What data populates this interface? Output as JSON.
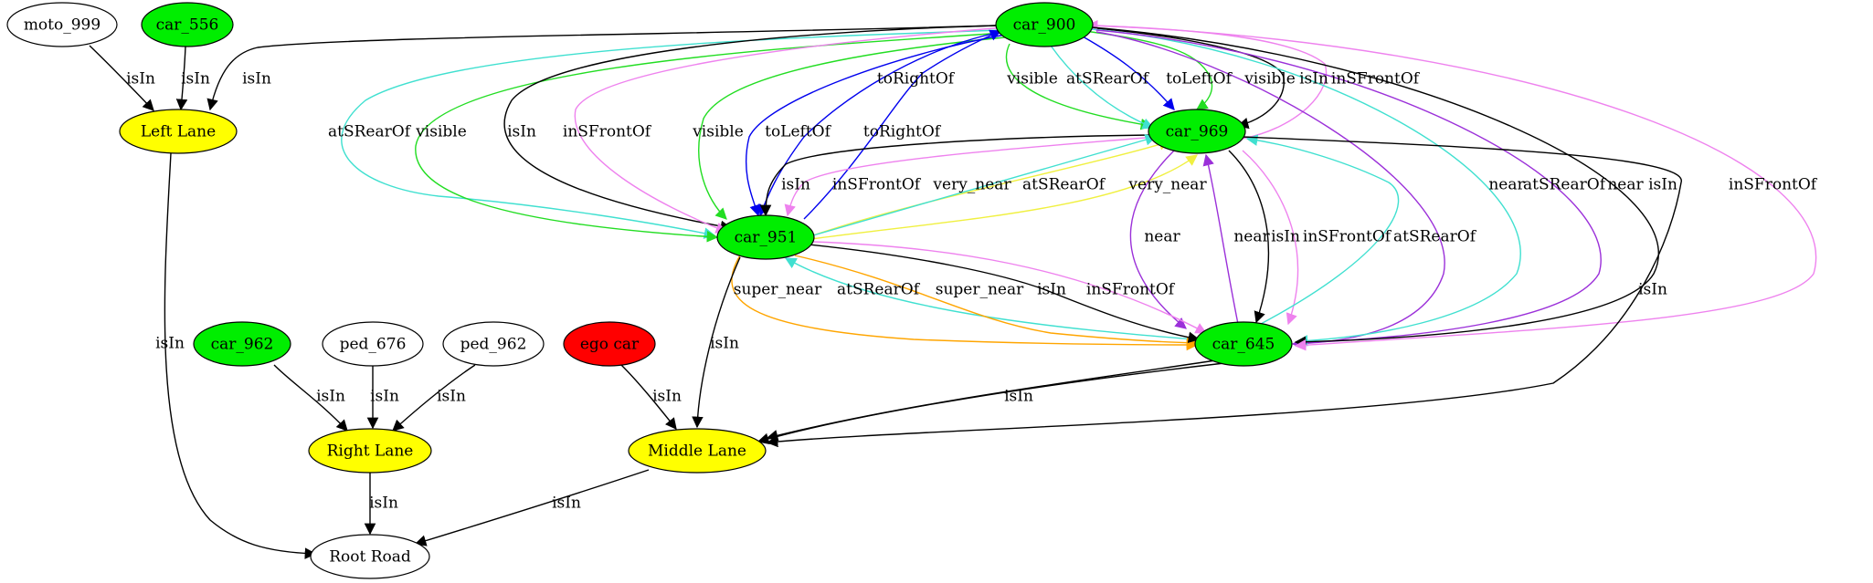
{
  "colors": {
    "green": "#00ee00",
    "yellow": "#ffff00",
    "red": "#ff0000",
    "white": "#ffffff",
    "black": "#000000",
    "turquoise": "#40e0d0",
    "lime": "#22dd22",
    "violet": "#ee82ee",
    "blue": "#0000ee",
    "purple": "#9b30d9",
    "orange": "#ffa500",
    "gold": "#f0f040"
  },
  "nodes": [
    {
      "id": "moto_999",
      "label": "moto_999",
      "fill": "white"
    },
    {
      "id": "car_556",
      "label": "car_556",
      "fill": "green"
    },
    {
      "id": "left_lane",
      "label": "Left Lane",
      "fill": "yellow"
    },
    {
      "id": "car_900",
      "label": "car_900",
      "fill": "green"
    },
    {
      "id": "car_969",
      "label": "car_969",
      "fill": "green"
    },
    {
      "id": "car_951",
      "label": "car_951",
      "fill": "green"
    },
    {
      "id": "car_645",
      "label": "car_645",
      "fill": "green"
    },
    {
      "id": "car_962",
      "label": "car_962",
      "fill": "green"
    },
    {
      "id": "ped_676",
      "label": "ped_676",
      "fill": "white"
    },
    {
      "id": "ped_962",
      "label": "ped_962",
      "fill": "white"
    },
    {
      "id": "ego_car",
      "label": "ego car",
      "fill": "red"
    },
    {
      "id": "right_lane",
      "label": "Right Lane",
      "fill": "yellow"
    },
    {
      "id": "middle_lane",
      "label": "Middle Lane",
      "fill": "yellow"
    },
    {
      "id": "root_road",
      "label": "Root Road",
      "fill": "white"
    }
  ],
  "edges": [
    {
      "id": "e1",
      "label": "isIn",
      "color": "black"
    },
    {
      "id": "e2",
      "label": "isIn",
      "color": "black"
    },
    {
      "id": "e3",
      "label": "isIn",
      "color": "black"
    },
    {
      "id": "e4",
      "label": "isIn",
      "color": "black"
    },
    {
      "id": "e5",
      "label": "atSRearOf",
      "color": "turquoise"
    },
    {
      "id": "e6",
      "label": "visible",
      "color": "lime"
    },
    {
      "id": "e7",
      "label": "isIn",
      "color": "black"
    },
    {
      "id": "e8",
      "label": "inSFrontOf",
      "color": "violet"
    },
    {
      "id": "e9",
      "label": "visible",
      "color": "lime"
    },
    {
      "id": "e10",
      "label": "toLeftOf",
      "color": "blue"
    },
    {
      "id": "e11",
      "label": "toRightOf",
      "color": "blue"
    },
    {
      "id": "e12",
      "label": "toRightOf",
      "color": "blue"
    },
    {
      "id": "e13",
      "label": "visible",
      "color": "lime"
    },
    {
      "id": "e14",
      "label": "atSRearOf",
      "color": "turquoise"
    },
    {
      "id": "e15",
      "label": "toLeftOf",
      "color": "blue"
    },
    {
      "id": "e16",
      "label": "visible",
      "color": "lime"
    },
    {
      "id": "e17",
      "label": "isIn",
      "color": "black"
    },
    {
      "id": "e18",
      "label": "inSFrontOf",
      "color": "violet"
    },
    {
      "id": "e19",
      "label": "isIn",
      "color": "black"
    },
    {
      "id": "e20",
      "label": "inSFrontOf",
      "color": "violet"
    },
    {
      "id": "e21",
      "label": "very_near",
      "color": "gold"
    },
    {
      "id": "e22",
      "label": "atSRearOf",
      "color": "turquoise"
    },
    {
      "id": "e23",
      "label": "very_near",
      "color": "gold"
    },
    {
      "id": "e24",
      "label": "near",
      "color": "purple"
    },
    {
      "id": "e25",
      "label": "near",
      "color": "purple"
    },
    {
      "id": "e26",
      "label": "isIn",
      "color": "black"
    },
    {
      "id": "e27",
      "label": "inSFrontOf",
      "color": "violet"
    },
    {
      "id": "e28",
      "label": "atSRearOf",
      "color": "turquoise"
    },
    {
      "id": "e29",
      "label": "near",
      "color": "purple"
    },
    {
      "id": "e30",
      "label": "atSRearOf",
      "color": "turquoise"
    },
    {
      "id": "e31",
      "label": "near",
      "color": "purple"
    },
    {
      "id": "e32",
      "label": "isIn",
      "color": "black"
    },
    {
      "id": "e33",
      "label": "inSFrontOf",
      "color": "violet"
    },
    {
      "id": "e34",
      "label": "isIn",
      "color": "black"
    },
    {
      "id": "e35",
      "label": "super_near",
      "color": "orange"
    },
    {
      "id": "e36",
      "label": "atSRearOf",
      "color": "turquoise"
    },
    {
      "id": "e37",
      "label": "super_near",
      "color": "orange"
    },
    {
      "id": "e38",
      "label": "isIn",
      "color": "black"
    },
    {
      "id": "e39",
      "label": "inSFrontOf",
      "color": "violet"
    },
    {
      "id": "e40",
      "label": "isIn",
      "color": "black"
    },
    {
      "id": "e41",
      "label": "isIn",
      "color": "black"
    },
    {
      "id": "e42",
      "label": "isIn",
      "color": "black"
    },
    {
      "id": "e43",
      "label": "isIn",
      "color": "black"
    },
    {
      "id": "e44",
      "label": "isIn",
      "color": "black"
    },
    {
      "id": "e45",
      "label": "isIn",
      "color": "black"
    },
    {
      "id": "e46",
      "label": "isIn",
      "color": "black"
    },
    {
      "id": "e47",
      "label": "isIn",
      "color": "black"
    },
    {
      "id": "e48",
      "label": "isIn",
      "color": "black"
    }
  ]
}
